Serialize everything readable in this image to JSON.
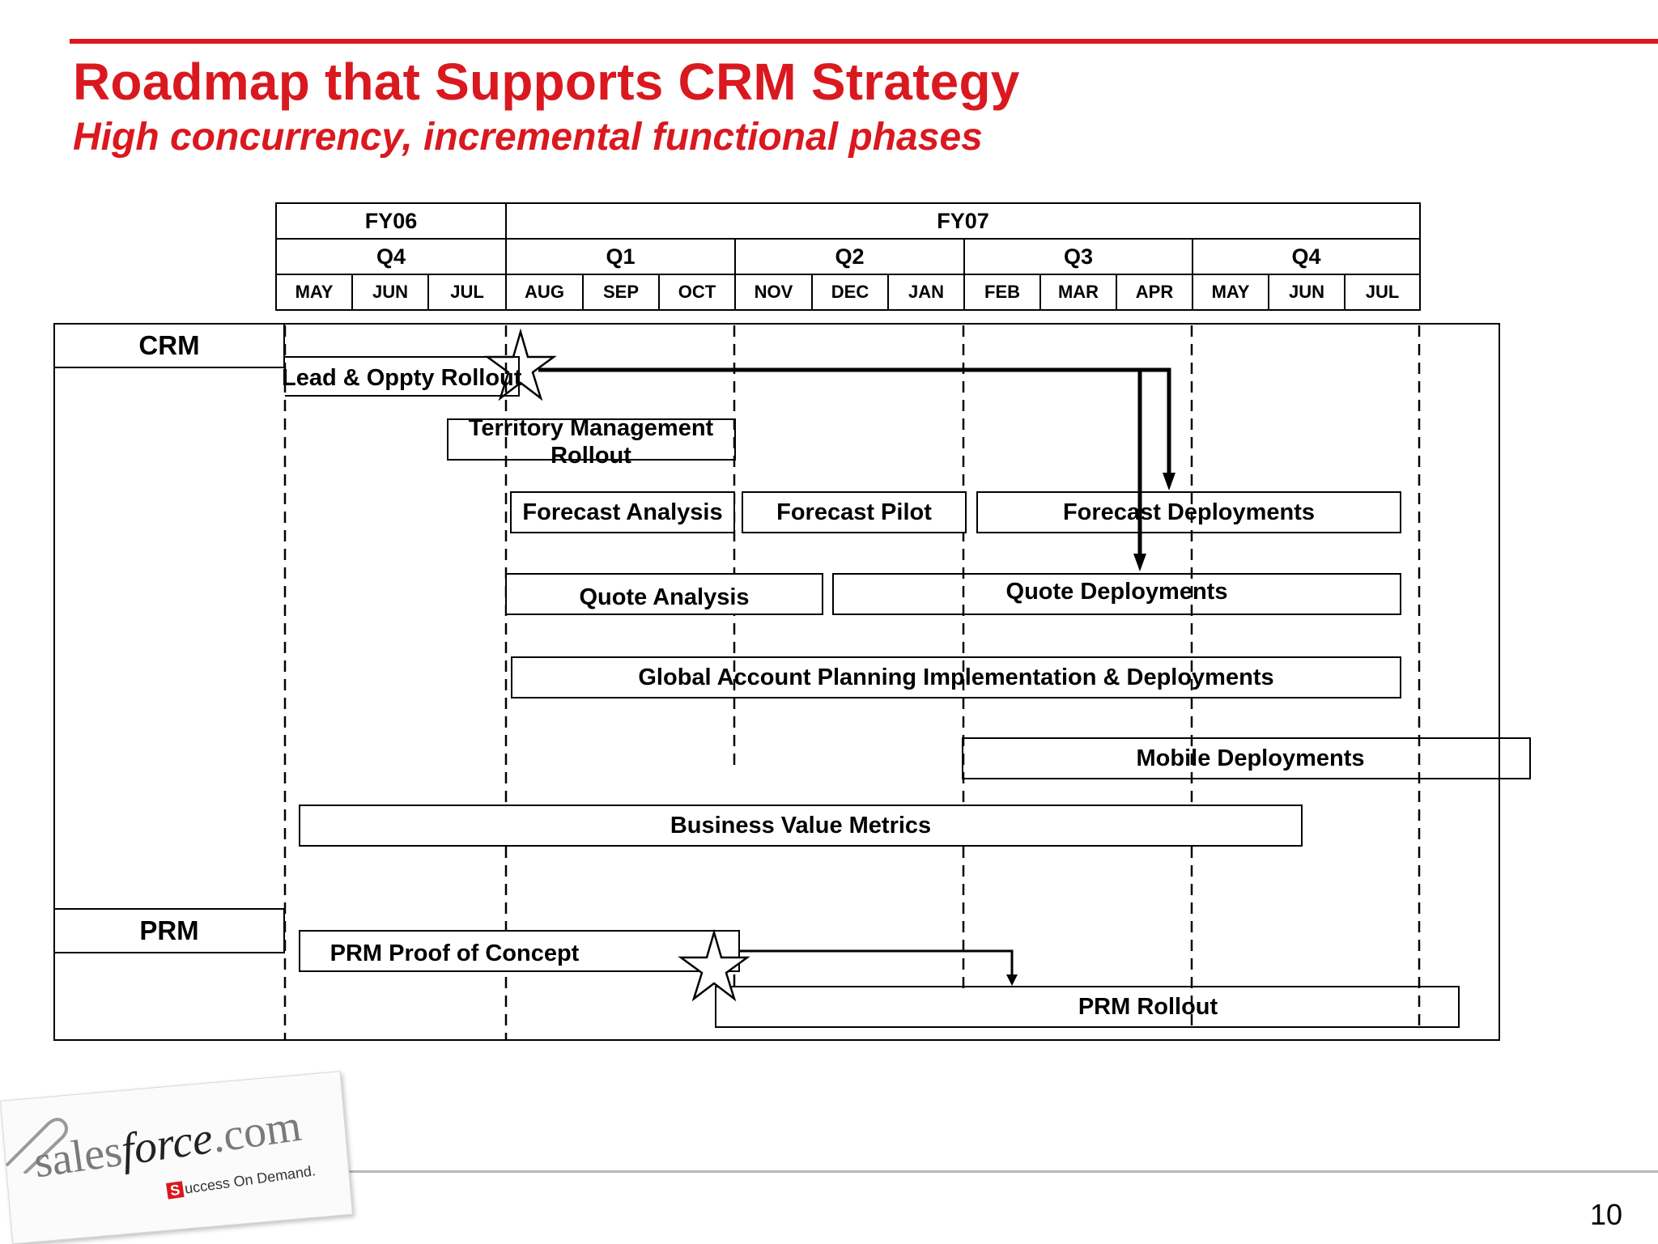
{
  "header": {
    "title": "Roadmap that Supports CRM Strategy",
    "subtitle": "High concurrency, incremental functional phases"
  },
  "timeline": {
    "fiscal_years": [
      {
        "label": "FY06",
        "span_months": 3
      },
      {
        "label": "FY07",
        "span_months": 12
      }
    ],
    "quarters": [
      "Q4",
      "Q1",
      "Q2",
      "Q3",
      "Q4"
    ],
    "months": [
      "MAY",
      "JUN",
      "JUL",
      "AUG",
      "SEP",
      "OCT",
      "NOV",
      "DEC",
      "JAN",
      "FEB",
      "MAR",
      "APR",
      "MAY",
      "JUN",
      "JUL"
    ]
  },
  "rows": {
    "crm": "CRM",
    "prm": "PRM"
  },
  "tasks": {
    "lead_oppty": "Lead & Oppty Rollout",
    "territory_line1": "Territory Management",
    "territory_line2": "Rollout",
    "forecast_analysis": "Forecast Analysis",
    "forecast_pilot": "Forecast Pilot",
    "forecast_deployments": "Forecast Deployments",
    "quote_analysis": "Quote Analysis",
    "quote_deployments": "Quote Deployments",
    "global_account": "Global Account Planning Implementation & Deployments",
    "mobile": "Mobile Deployments",
    "business_value": "Business Value Metrics",
    "prm_poc": "PRM Proof of Concept",
    "prm_rollout": "PRM Rollout"
  },
  "logo": {
    "wordmark_prefix": "sales",
    "wordmark_force": "force",
    "wordmark_suffix": ".com",
    "tagline": "uccess On Demand."
  },
  "footer": {
    "page_number": "10"
  },
  "colors": {
    "accent": "#d9191f",
    "footer_rule": "#b8b8b8"
  }
}
